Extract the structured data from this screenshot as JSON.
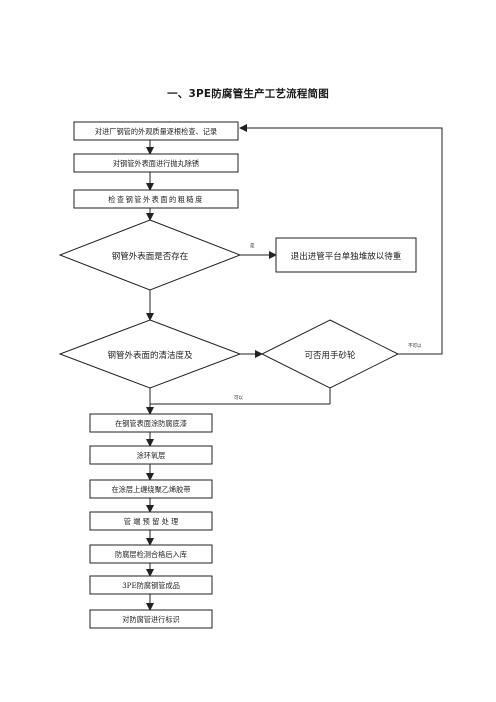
{
  "title": "一、3PE防腐管生产工艺流程简图",
  "steps": [
    "对进厂钢管的外观质量逐根检查、记录",
    "对钢管外表面进行抛丸除锈",
    "检查钢管外表面的粗糙度",
    "钢管外表面是否存在",
    "退出进管平台单独堆放以待重",
    "钢管外表面的清洁度及",
    "可否用手砂轮",
    "在钢管表面涂防腐底漆",
    "涂环氧层",
    "在涂层上缠绕聚乙烯胶带",
    "管 端 预 留 处 理",
    "防腐层检测合格后入库",
    "3PE防腐钢管成品",
    "对防腐管进行标识"
  ],
  "edge_labels": {
    "defect_yes": "是",
    "grinder_yes": "可以",
    "grinder_no": "不可以"
  },
  "colors": {
    "line": "#222222",
    "arrow_line": "#333333"
  }
}
